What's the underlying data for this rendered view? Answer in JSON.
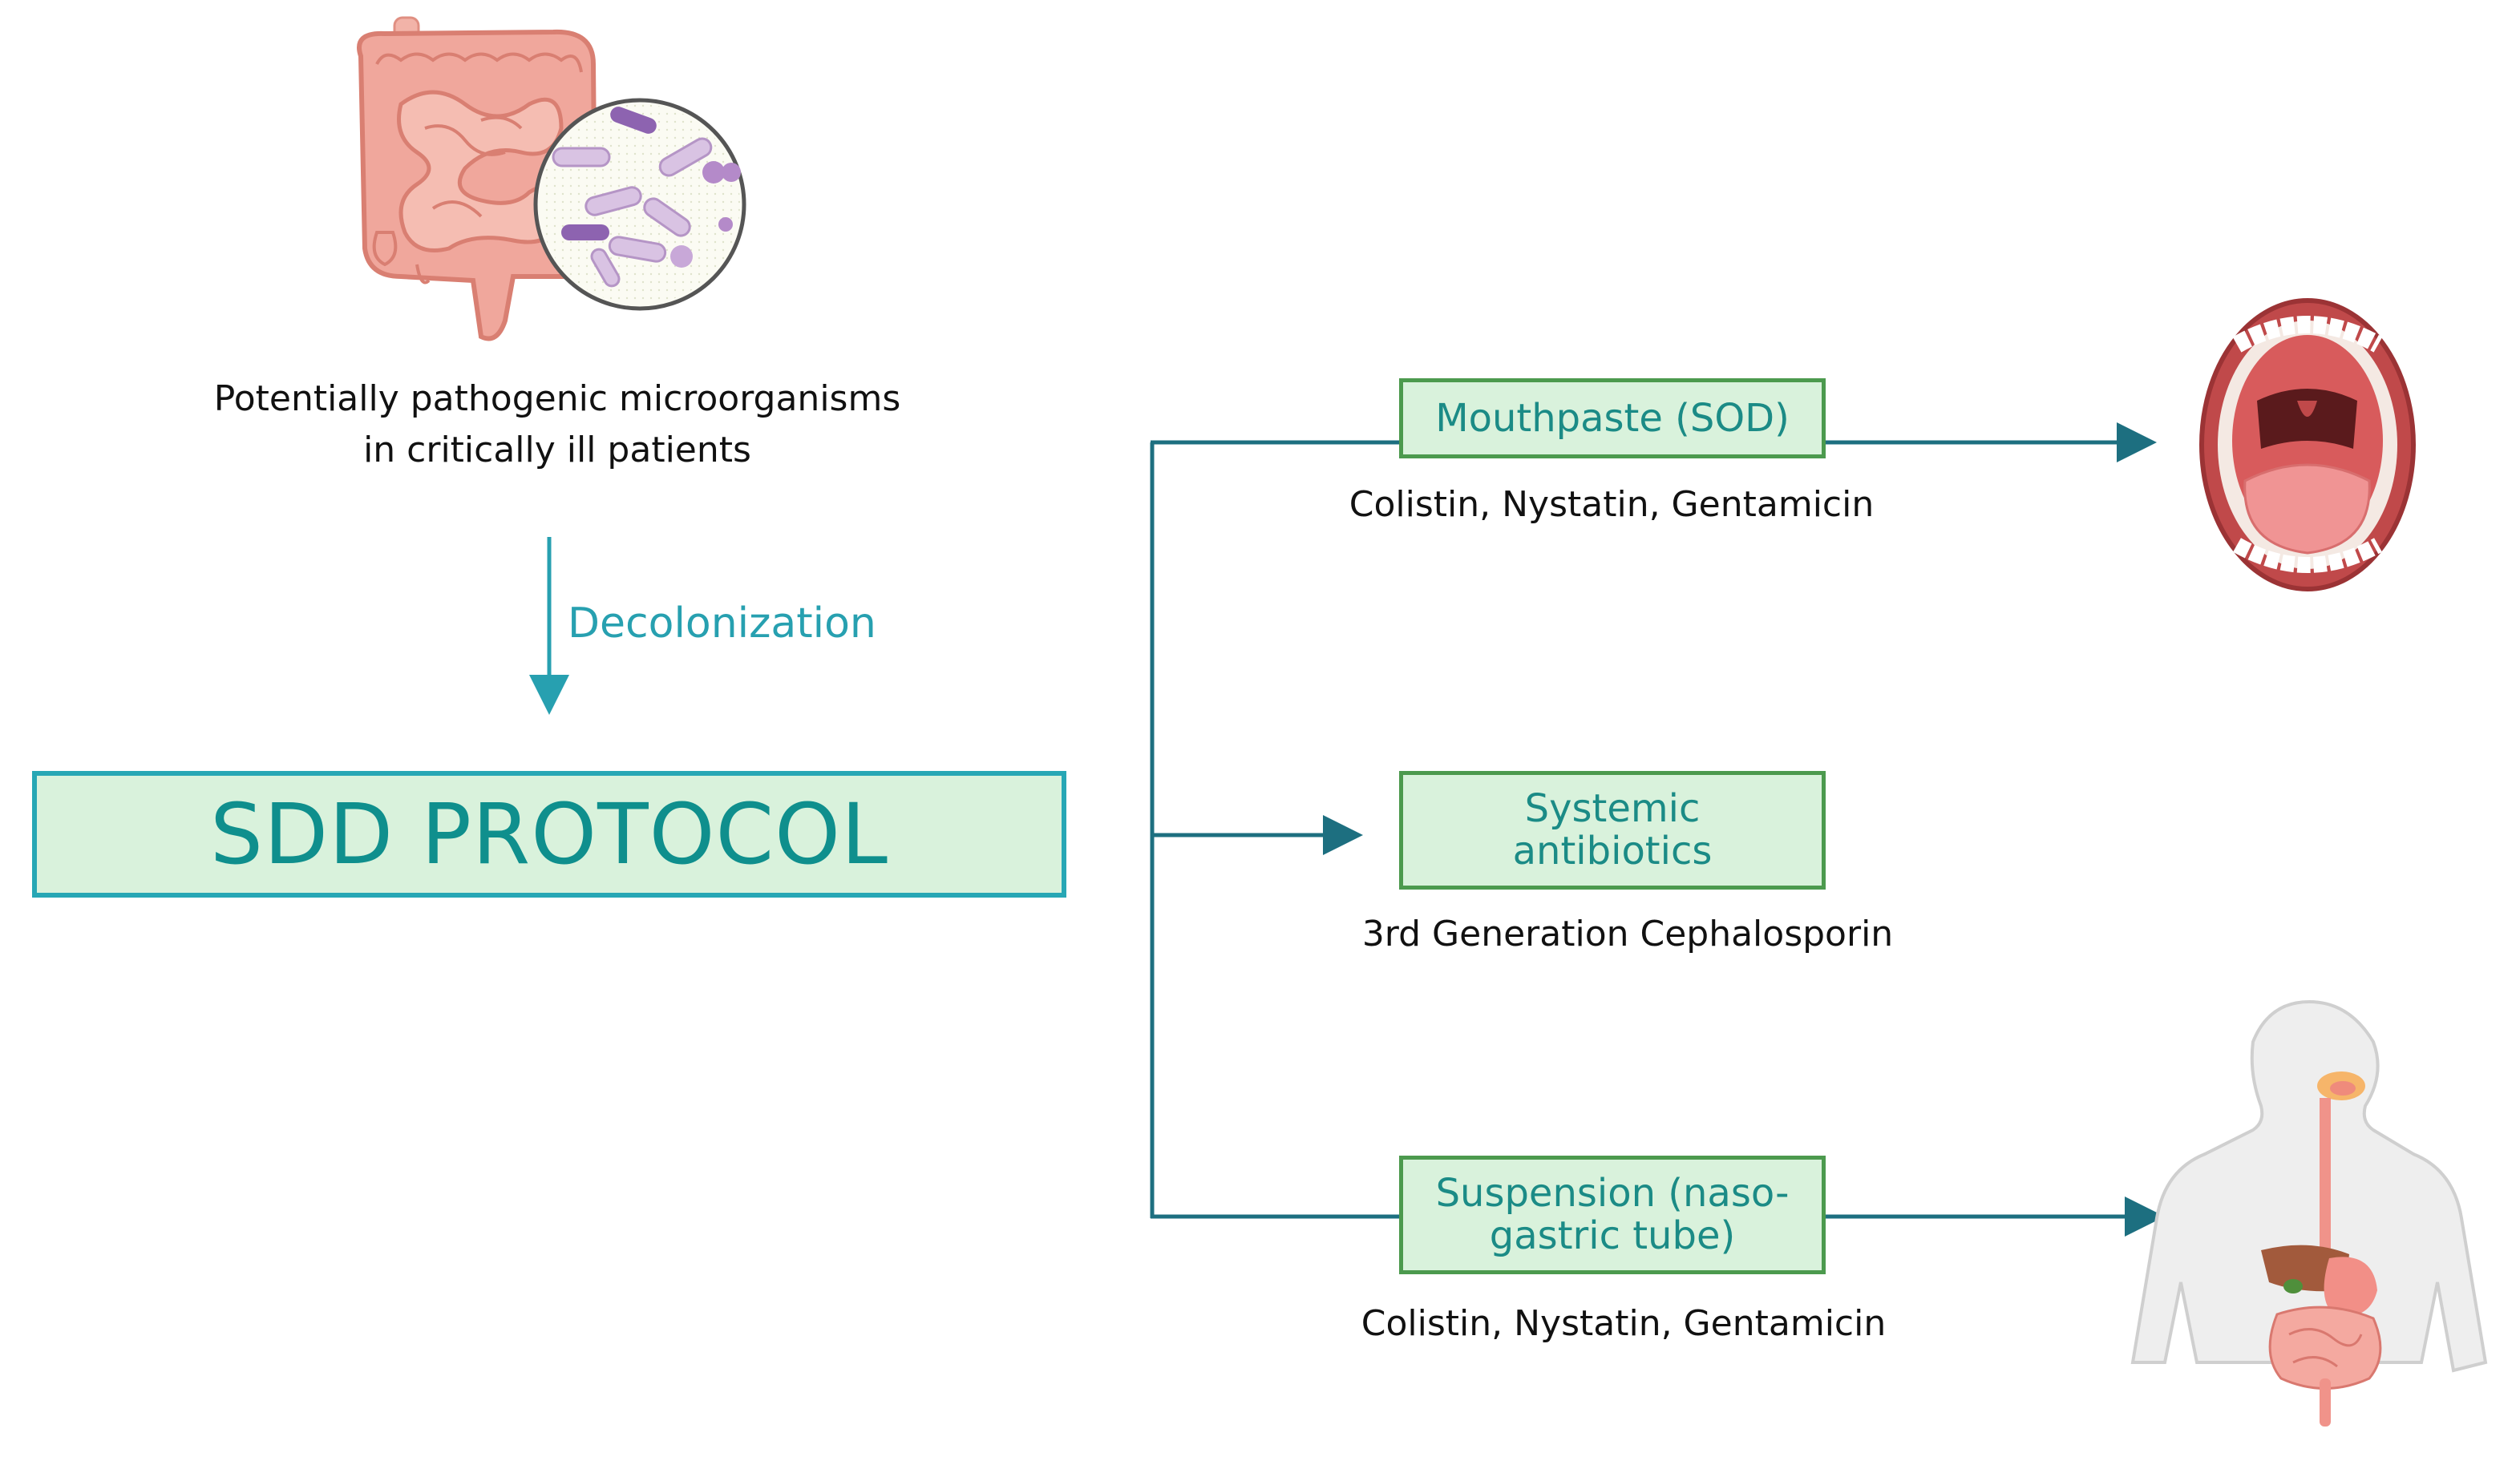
{
  "top_caption": {
    "line1": "Potentially pathogenic microorganisms",
    "line2": "in critically ill patients"
  },
  "decolonization_label": "Decolonization",
  "protocol_title": "SDD PROTOCOL",
  "branches": [
    {
      "box_lines": [
        "Mouthpaste (SOD)"
      ],
      "drugs": "Colistin, Nystatin, Gentamicin",
      "target_icon": "open-mouth-icon"
    },
    {
      "box_lines": [
        "Systemic",
        "antibiotics"
      ],
      "drugs": "3rd Generation Cephalosporin",
      "target_icon": ""
    },
    {
      "box_lines": [
        "Suspension (naso-",
        "gastric tube)"
      ],
      "drugs": "Colistin, Nystatin, Gentamicin",
      "target_icon": "digestive-system-icon"
    }
  ],
  "icons": {
    "source": "intestine-with-microbes-icon"
  },
  "colors": {
    "teal_line": "#1d6f80",
    "teal_text": "#27a0b0",
    "box_fill": "#d9f2dc",
    "box_border": "#4c9a4e",
    "protocol_border": "#27a7b5"
  }
}
